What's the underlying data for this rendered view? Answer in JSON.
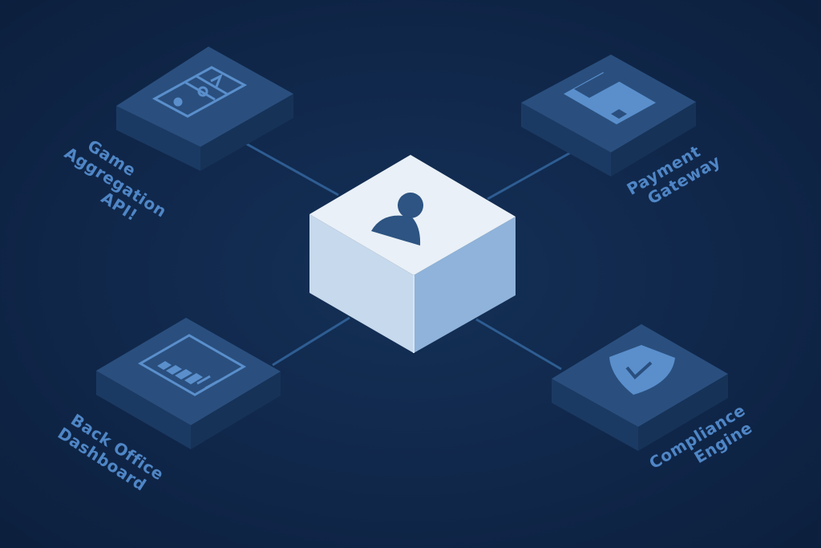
{
  "colors": {
    "background": "#0f2446",
    "tile_top": "#2a4f7e",
    "tile_left": "#1b3a63",
    "tile_right": "#183458",
    "icon": "#5a8fcc",
    "label": "#4f86c6",
    "connector": "#2e5d92",
    "hub_top": "#e9f0f7",
    "hub_left": "#c7d9ec",
    "hub_right": "#8fb3da"
  },
  "hub": {
    "icon": "user-icon"
  },
  "nodes": [
    {
      "key": "game",
      "icon": "game-controller-icon",
      "label_lines": [
        "Game",
        "Aggregation",
        "API!"
      ]
    },
    {
      "key": "payment",
      "icon": "credit-card-icon",
      "label_lines": [
        "Payment",
        "Gateway"
      ]
    },
    {
      "key": "backoffice",
      "icon": "dashboard-chart-icon",
      "label_lines": [
        "Back Office",
        "Dashboard"
      ]
    },
    {
      "key": "compliance",
      "icon": "shield-check-icon",
      "label_lines": [
        "Compliance",
        "Engine"
      ]
    }
  ]
}
